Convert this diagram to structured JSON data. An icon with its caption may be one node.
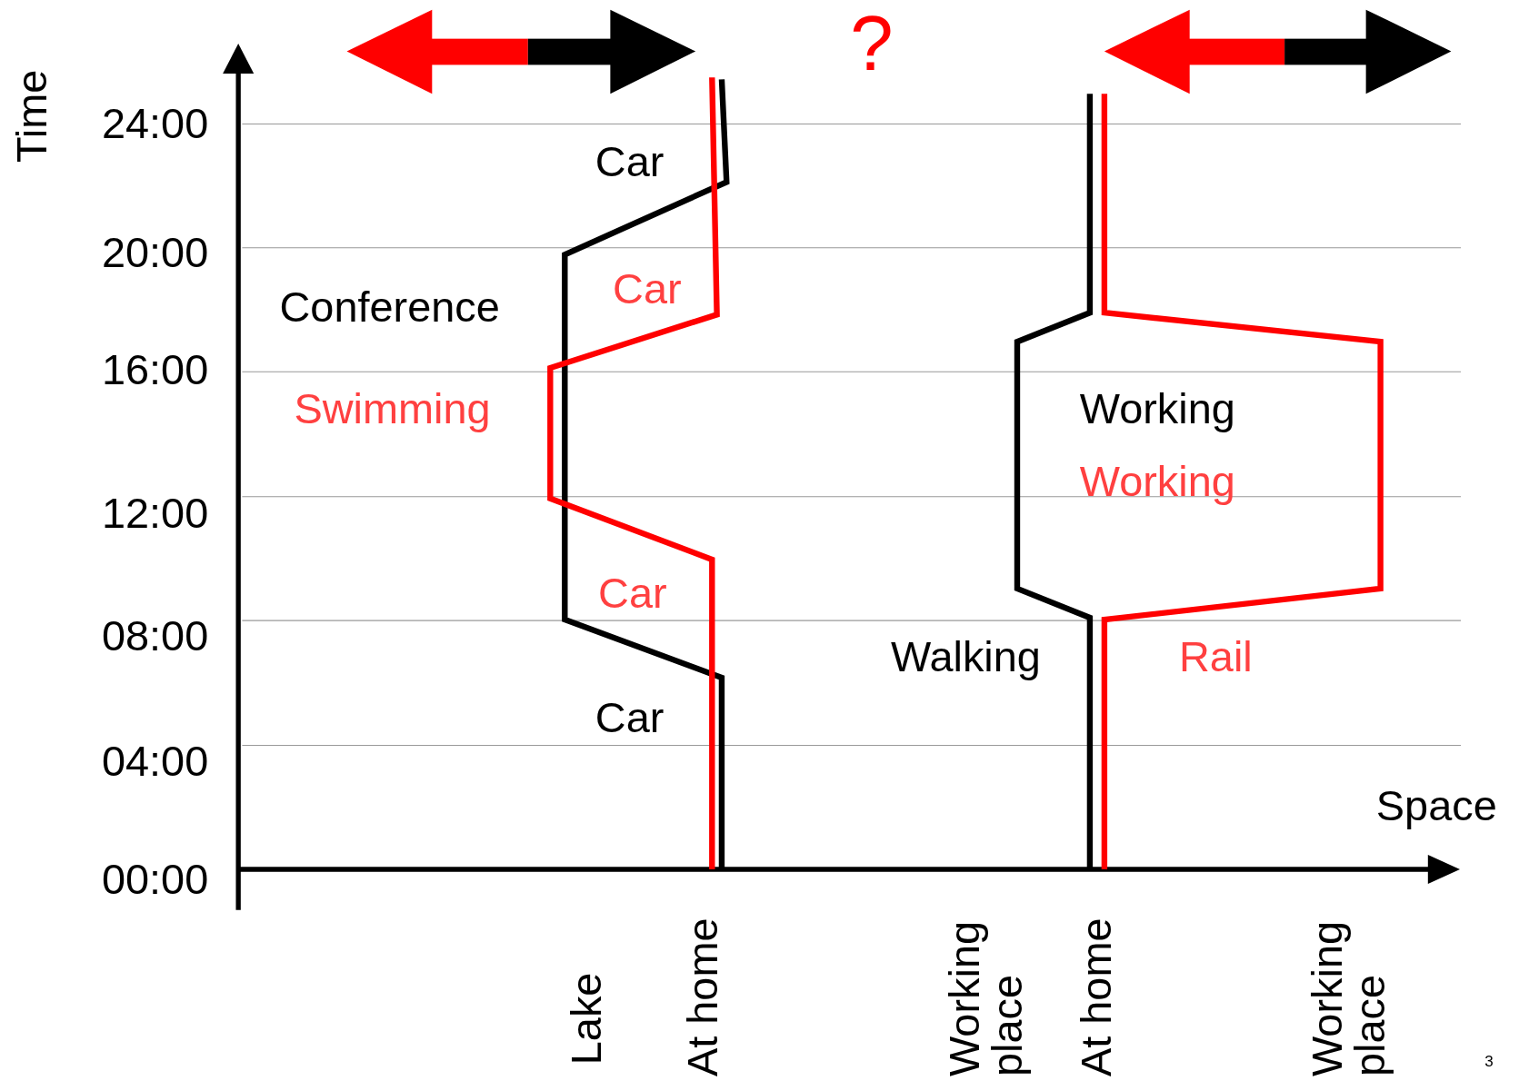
{
  "diagram": {
    "labels": [
      "?",
      "Time",
      "24:00",
      "Car",
      "20:00",
      "Car",
      "Conference",
      "16:00",
      "Swimming",
      "Working",
      "Working",
      "12:00",
      "Car",
      "08:00",
      "Walking",
      "Rail",
      "Car",
      "04:00",
      "Space",
      "00:00",
      "Lake",
      "At home",
      "Working place",
      "At home",
      "Working place",
      "3"
    ]
  }
}
